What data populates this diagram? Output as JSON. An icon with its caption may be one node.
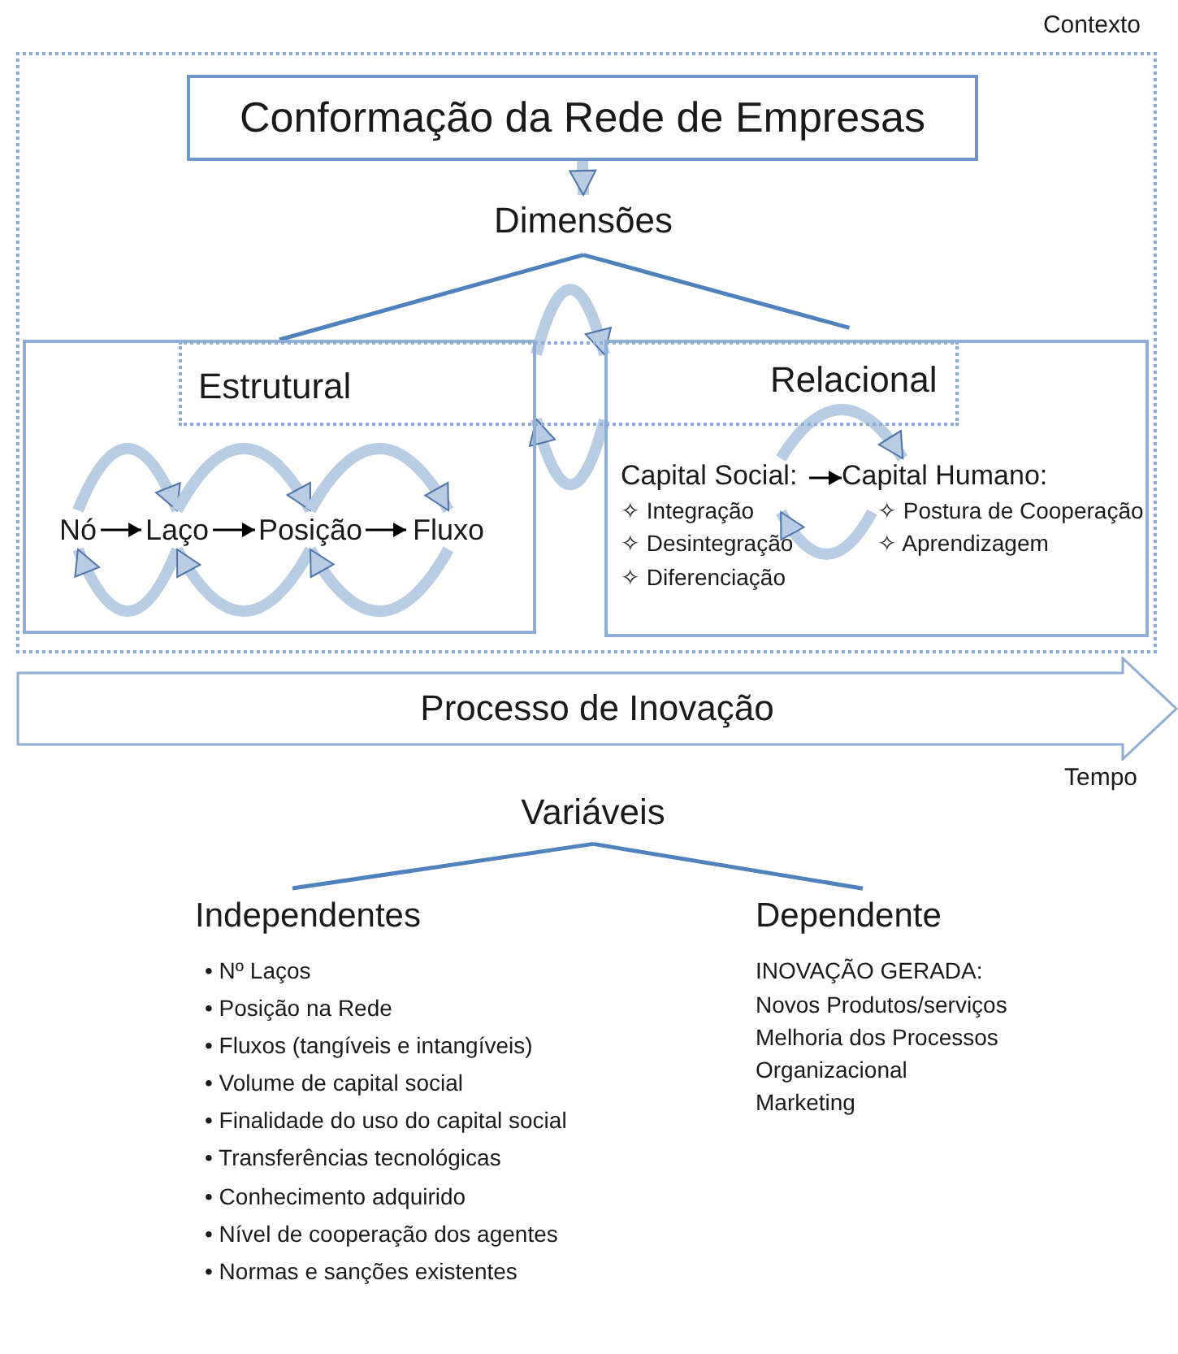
{
  "diagram": {
    "nodes": [
      {
        "text": [
          "Contexto"
        ]
      },
      {
        "text": [
          "Conformação da Rede de Empresas"
        ],
        "in": 0
      },
      {
        "text": [
          "Dimensões"
        ],
        "in": 0
      },
      {
        "text": [
          "Estrutural"
        ],
        "in": 0
      },
      {
        "text": [
          "Nó"
        ],
        "in": 3
      },
      {
        "text": [
          "Laço"
        ],
        "in": 3
      },
      {
        "text": [
          "Posição"
        ],
        "in": 3
      },
      {
        "text": [
          "Fluxo"
        ],
        "in": 3
      },
      {
        "text": [
          "Relacional"
        ],
        "in": 0
      },
      {
        "text": [
          "Capital Social:",
          "✧ Integração",
          "✧ Desintegração",
          "✧ Diferenciação"
        ],
        "in": 8
      },
      {
        "text": [
          "Capital Humano:",
          "✧ Postura de Cooperação",
          "✧ Aprendizagem"
        ],
        "in": 8
      },
      {
        "text": [
          "Processo de Inovação"
        ],
        "beside": [
          "Tempo"
        ]
      },
      {
        "text": [
          "Variáveis"
        ]
      },
      {
        "text": [
          "Independentes",
          "• Nº Laços",
          "• Posição na Rede",
          "• Fluxos (tangíveis e intangíveis)",
          "• Volume de capital social",
          "• Finalidade do uso do capital social",
          "• Transferências tecnológicas",
          "• Conhecimento adquirido",
          "• Nível de cooperação dos agentes",
          "• Normas e sanções existentes"
        ]
      },
      {
        "text": [
          "Dependente",
          "INOVAÇÃO GERADA:",
          "Novos Produtos/serviços",
          "Melhoria dos Processos",
          "Organizacional",
          "Marketing"
        ]
      }
    ],
    "edges": [
      {
        "from": 1,
        "to": 2,
        "arrow": "to"
      },
      {
        "from": 2,
        "to": 3,
        "arrow": "none",
        "color": "#4f81bd"
      },
      {
        "from": 2,
        "to": 8,
        "arrow": "none",
        "color": "#4f81bd"
      },
      {
        "from": 3,
        "to": 8,
        "arrow": "to"
      },
      {
        "from": 8,
        "to": 3,
        "arrow": "to"
      },
      {
        "from": 4,
        "to": 5,
        "arrow": "to",
        "color": "#000000"
      },
      {
        "from": 4,
        "to": 5,
        "arrow": "to"
      },
      {
        "from": 5,
        "to": 4,
        "arrow": "to"
      },
      {
        "from": 5,
        "to": 6,
        "arrow": "to",
        "color": "#000000"
      },
      {
        "from": 5,
        "to": 6,
        "arrow": "to"
      },
      {
        "from": 6,
        "to": 5,
        "arrow": "to"
      },
      {
        "from": 6,
        "to": 7,
        "arrow": "to",
        "color": "#000000"
      },
      {
        "from": 6,
        "to": 7,
        "arrow": "to"
      },
      {
        "from": 7,
        "to": 6,
        "arrow": "to"
      },
      {
        "from": 9,
        "to": 10,
        "arrow": "to",
        "color": "#000000"
      },
      {
        "from": 9,
        "to": 10,
        "arrow": "to"
      },
      {
        "from": 10,
        "to": 9,
        "arrow": "to"
      },
      {
        "from": 12,
        "to": 13,
        "arrow": "none",
        "color": "#4f81bd"
      },
      {
        "from": 12,
        "to": 14,
        "arrow": "none",
        "color": "#4f81bd"
      }
    ]
  }
}
